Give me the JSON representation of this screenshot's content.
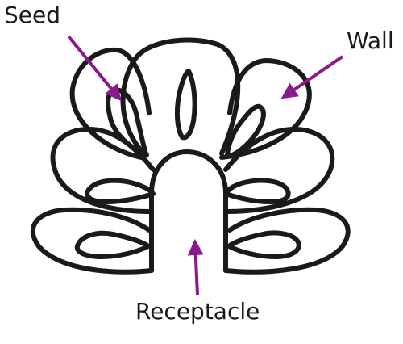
{
  "labels": {
    "seed": "Seed",
    "wall": "Wall",
    "receptacle": "Receptacle"
  },
  "colors": {
    "outline": "#1a1a1a",
    "arrow": "#8a1a8a",
    "background": "#ffffff"
  }
}
